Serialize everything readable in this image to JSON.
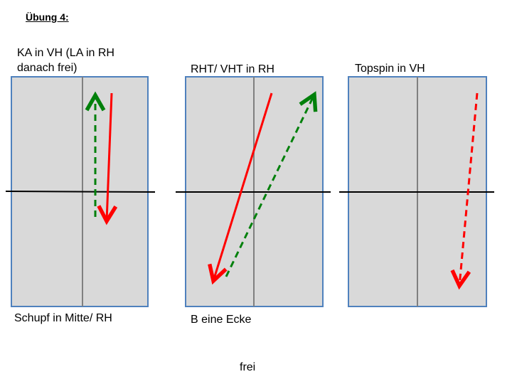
{
  "slide": {
    "title": "Übung 4:",
    "footer_label": "frei"
  },
  "tables": [
    {
      "label_top_line1": "KA in VH (LA in RH",
      "label_top_line2": "danach frei)",
      "label_bottom": "Schupf in Mitte/ RH"
    },
    {
      "label_top": "RHT/ VHT in RH",
      "label_bottom": "B eine Ecke"
    },
    {
      "label_top": "Topspin in VH"
    }
  ],
  "colors": {
    "table_fill": "#d9d9d9",
    "table_border": "#4f81bd",
    "center_line": "#808080",
    "net_line": "#000000",
    "arrow_red": "#ff0000",
    "arrow_green": "#00800b"
  },
  "arrow_styles": {
    "table_1": [
      "green-dashed",
      "red-solid"
    ],
    "table_2": [
      "red-solid",
      "green-dashed"
    ],
    "table_3": [
      "red-dashed"
    ]
  }
}
